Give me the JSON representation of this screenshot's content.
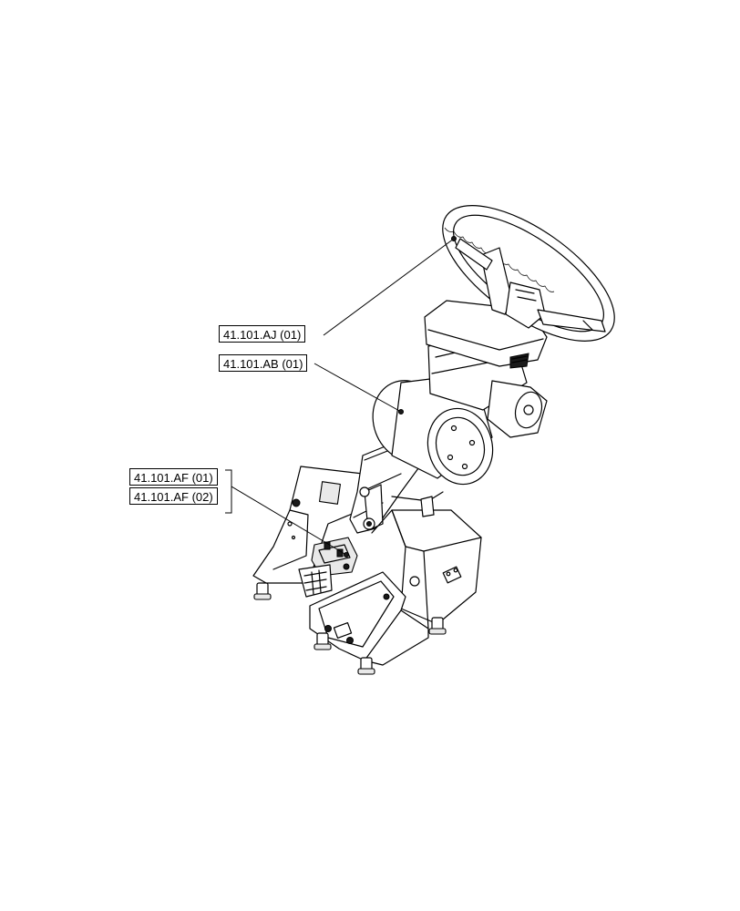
{
  "callouts": {
    "steering_wheel": "41.101.AJ (01)",
    "steering_column": "41.101.AB (01)",
    "pedal_unit_1": "41.101.AF (01)",
    "pedal_unit_2": "41.101.AF (02)"
  }
}
